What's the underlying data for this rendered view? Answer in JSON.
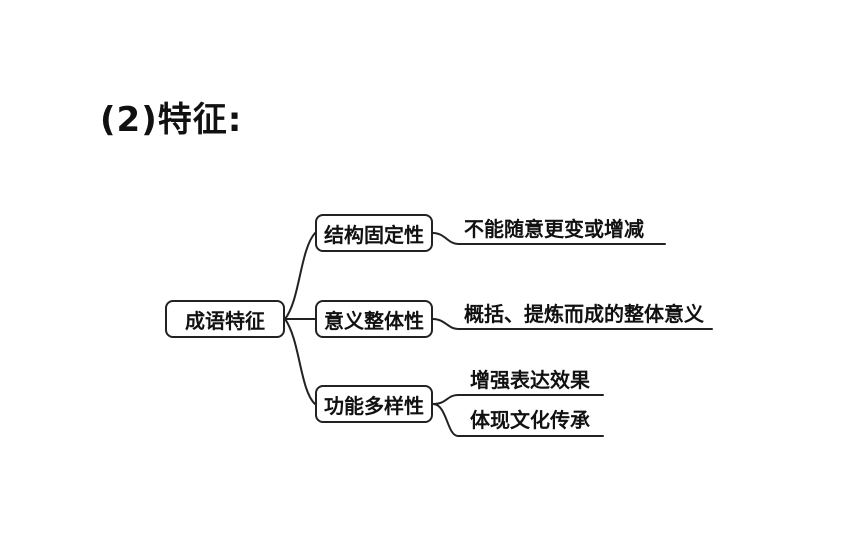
{
  "heading": "(2)特征:",
  "root": {
    "label": "成语特征"
  },
  "branches": [
    {
      "label": "结构固定性",
      "leaves": [
        "不能随意更变或增减"
      ]
    },
    {
      "label": "意义整体性",
      "leaves": [
        "概括、提炼而成的整体意义"
      ]
    },
    {
      "label": "功能多样性",
      "leaves": [
        "增强表达效果",
        "体现文化传承"
      ]
    }
  ]
}
